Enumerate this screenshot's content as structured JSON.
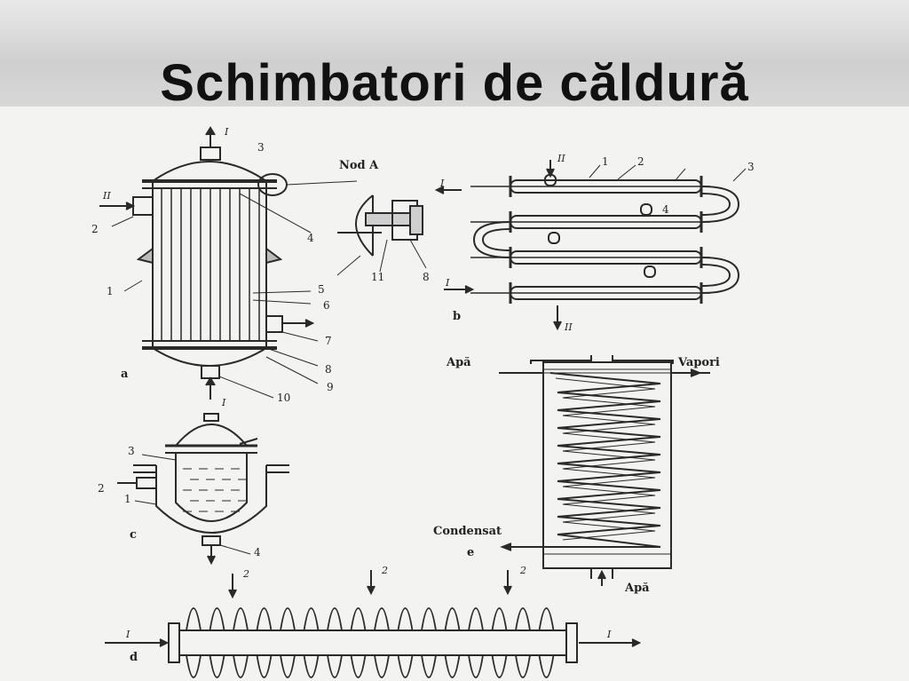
{
  "slide": {
    "title": "Schimbatori de căldură"
  },
  "diagram": {
    "a": {
      "letter": "a",
      "stream_in_top": "I",
      "stream_in_side": "II",
      "stream_out_bottom": "I",
      "numbers": [
        "1",
        "2",
        "3",
        "4",
        "5",
        "6",
        "7",
        "8",
        "9",
        "10"
      ]
    },
    "nod": {
      "caption": "Nod A",
      "numbers": [
        "11",
        "8"
      ]
    },
    "b": {
      "letter": "b",
      "numbers": [
        "1",
        "2",
        "3",
        "4"
      ],
      "stream_top": "II",
      "stream_in_top": "I",
      "stream_in_bottom": "I",
      "stream_out": "II"
    },
    "c": {
      "letter": "c",
      "numbers": [
        "3",
        "2",
        "1",
        "4"
      ]
    },
    "e": {
      "letter": "e",
      "apa_top": "Apă",
      "vapori": "Vapori",
      "condensat": "Condensat",
      "apa_bottom": "Apă"
    },
    "d": {
      "letter": "d",
      "stream_in": "I",
      "stream_out": "I",
      "numbers": [
        "2",
        "2",
        "2"
      ]
    }
  }
}
